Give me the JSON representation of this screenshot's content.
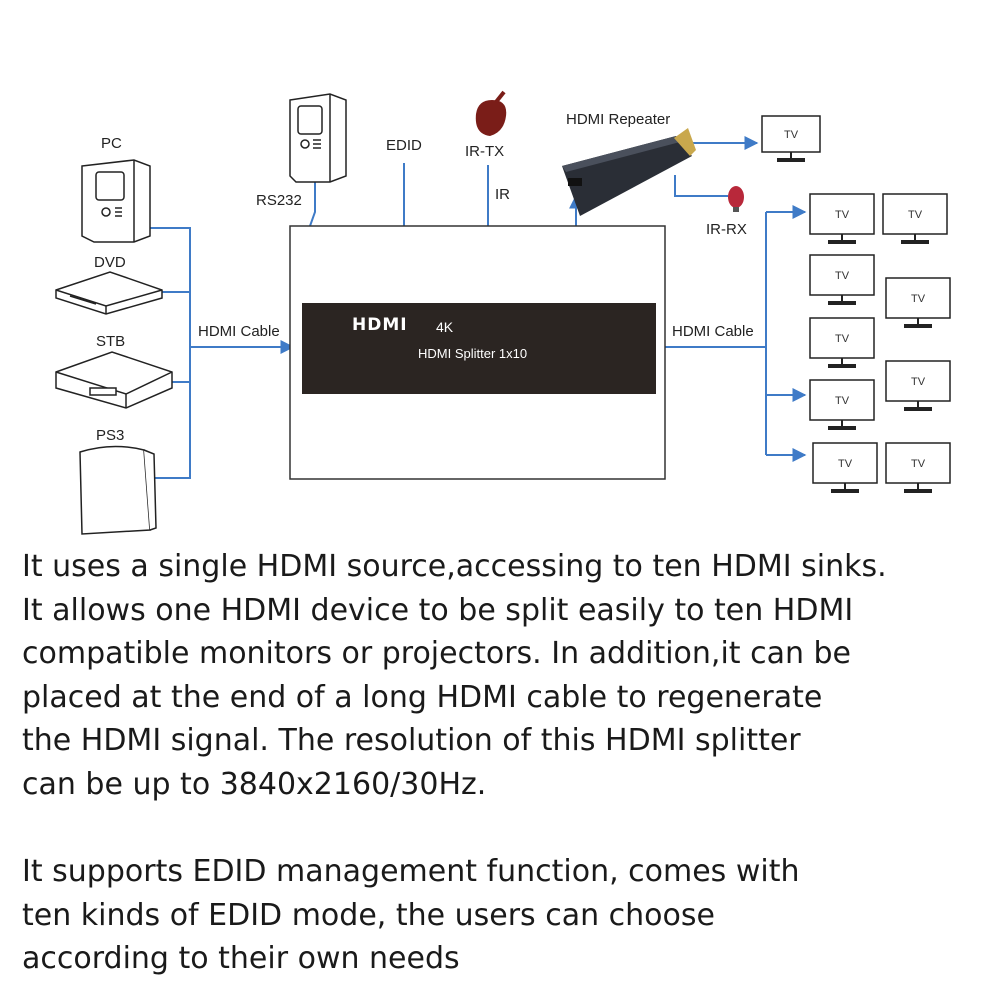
{
  "diagram": {
    "sources": {
      "pc": "PC",
      "dvd": "DVD",
      "stb": "STB",
      "ps3": "PS3"
    },
    "top": {
      "rs232": "RS232",
      "edid": "EDID",
      "ir_tx": "IR-TX",
      "ir": "IR",
      "repeater": "HDMI Repeater",
      "ir_rx": "IR-RX"
    },
    "cable_left": "HDMI Cable",
    "cable_right": "HDMI Cable",
    "device": {
      "logo": "HDMI",
      "res": "4K",
      "name": "HDMI Splitter 1x10"
    },
    "tv_label": "TV",
    "colors": {
      "line": "#3f7bc7",
      "device_face": "#2b2522",
      "ir_body": "#7a1d18",
      "ir_rx": "#b8283a"
    }
  },
  "text": {
    "para1": [
      "It uses a single HDMI source,accessing to ten HDMI sinks.",
      "It allows one HDMI device to be split easily to ten HDMI",
      "compatible monitors or projectors. In addition,it can be",
      "placed at the end of a long HDMI cable to regenerate",
      "the HDMI signal. The resolution of this HDMI splitter",
      "can be up to 3840x2160/30Hz."
    ],
    "para2": [
      "It supports EDID management function, comes with",
      "ten kinds of EDID mode, the users can choose",
      "according to their own needs"
    ]
  }
}
